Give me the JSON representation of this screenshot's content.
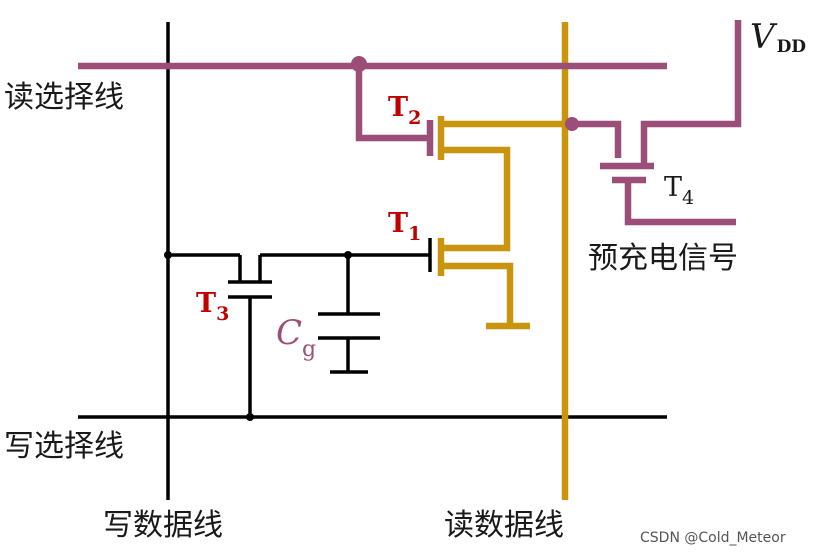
{
  "labels": {
    "read_select_line": "读选择线",
    "write_select_line": "写选择线",
    "write_data_line": "写数据线",
    "read_data_line": "读数据线",
    "precharge_signal": "预充电信号",
    "vdd_main": "V",
    "vdd_sub": "DD",
    "t1_main": "T",
    "t1_sub": "1",
    "t2_main": "T",
    "t2_sub": "2",
    "t3_main": "T",
    "t3_sub": "3",
    "t4_main": "T",
    "t4_sub": "4",
    "cg_main": "C",
    "cg_sub": "g"
  },
  "watermark": "CSDN @Cold_Meteor",
  "colors": {
    "read_select": "#9b4f78",
    "read_data": "#c9950f",
    "write_lines": "#000000",
    "transistor_label": "#c00000",
    "capacitor_label": "#9b4f78",
    "text": "#1a1a1a",
    "watermark": "#555555"
  }
}
